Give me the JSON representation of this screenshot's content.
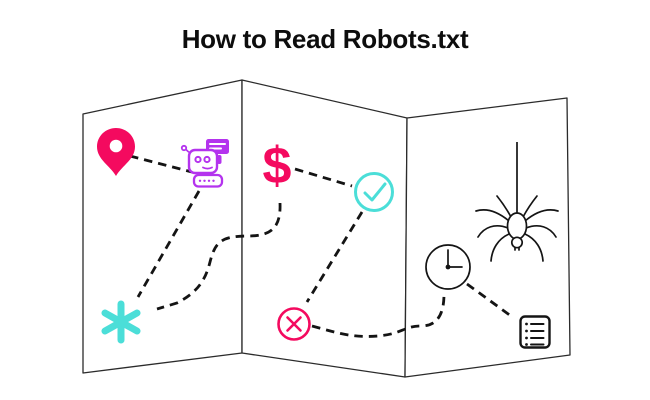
{
  "title": "How to Read Robots.txt",
  "colors": {
    "pink": "#F40A5F",
    "purple": "#B433EE",
    "teal": "#4BDED8",
    "ink": "#141414",
    "outline": "#2B2B2B",
    "paper": "#FFFFFF"
  },
  "map": {
    "dollar_glyph": "$",
    "panel_count": "3",
    "icons": [
      {
        "id": "location-pin-icon",
        "color": "pink"
      },
      {
        "id": "robot-chat-icon",
        "color": "purple"
      },
      {
        "id": "dollar-sign-icon",
        "color": "pink"
      },
      {
        "id": "check-circle-icon",
        "color": "teal"
      },
      {
        "id": "asterisk-icon",
        "color": "teal"
      },
      {
        "id": "x-circle-icon",
        "color": "pink"
      },
      {
        "id": "clock-icon",
        "color": "ink"
      },
      {
        "id": "spider-icon",
        "color": "ink"
      },
      {
        "id": "list-note-icon",
        "color": "ink"
      }
    ]
  }
}
